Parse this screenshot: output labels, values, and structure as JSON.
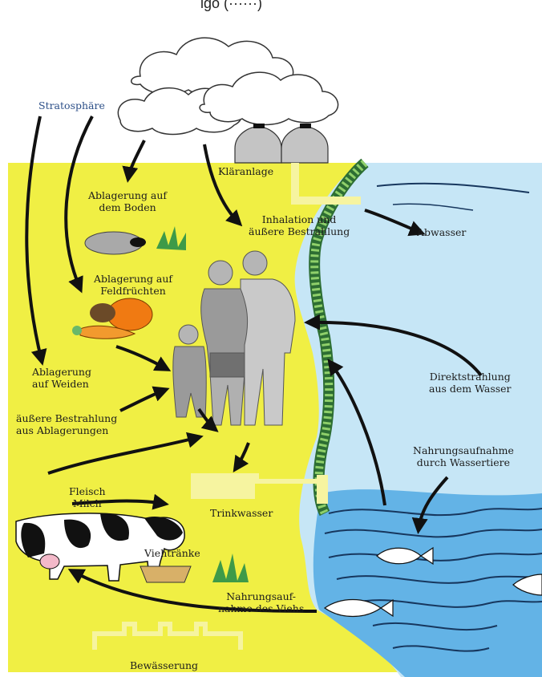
{
  "header": {
    "title_fragment": "igo (······)"
  },
  "labels": {
    "stratosphere": "Stratosphäre",
    "sewage_plant": "Kläranlage",
    "ground_deposition": "Ablagerung auf\ndem Boden",
    "inhalation": "Inhalation und\näußere Bestrahlung",
    "wastewater": "Abwasser",
    "crop_deposition": "Ablagerung auf\nFeldfrüchten",
    "pasture_deposition": "Ablagerung\nauf Weiden",
    "external_radiation": "äußere Bestrahlung\naus Ablagerungen",
    "direct_radiation": "Direktstrahlung\naus dem Wasser",
    "aquatic_food": "Nahrungsaufnahme\ndurch Wassertiere",
    "meat_milk": "Fleisch\nMilch",
    "drinking_water": "Trinkwasser",
    "cattle_trough": "Viehtränke",
    "cattle_food": "Nahrungsauf-\nnahme des Viehs",
    "irrigation": "Bewässerung"
  },
  "colors": {
    "land": "#f0ef44",
    "water": "#c6e6f6",
    "sea": "#63b3e6",
    "bank": "#3a8a3e",
    "arrows": "#111111",
    "pipes": "#f6f4a0",
    "people": "#9a9a9a"
  }
}
